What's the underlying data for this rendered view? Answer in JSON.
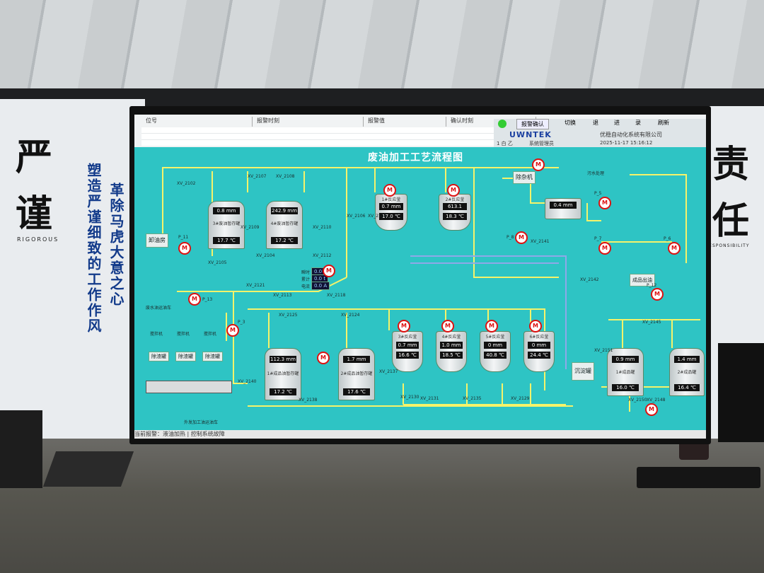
{
  "banners": {
    "left_big_1": "严",
    "left_big_2": "谨",
    "left_sub": "RIGOROUS",
    "left_slogan_1": "塑造严谨细致的工作作风",
    "left_slogan_2": "革除马虎大意之心",
    "right_big_1": "责",
    "right_big_2": "任",
    "right_sub": "RESPONSIBILITY"
  },
  "alarm_header": {
    "col1": "位号",
    "col2": "报警时刻",
    "col3": "报警值",
    "col4": "确认时刻"
  },
  "brand": {
    "ack_button": "报警确认",
    "switch_button": "切换",
    "back_button": "退",
    "enter_button": "进",
    "record_button": "录",
    "refresh_button": "刷新",
    "logo": "UWNTEK",
    "company": "优稳自动化系统有限公司",
    "user": "1 白 乙",
    "role": "系统管理员",
    "datetime": "2025-11-17 15:16:12"
  },
  "screen_title": "废油加工工艺流程图",
  "tanks": [
    {
      "level": "0.8 mm",
      "name": "3#废油暂存罐",
      "temp": "17.7 ℃"
    },
    {
      "level": "242.9 mm",
      "name": "4#废油暂存罐",
      "temp": "17.2 ℃"
    },
    {
      "level": "0.7 mm",
      "name": "1#反应釜",
      "temp": "17.0 ℃"
    },
    {
      "level": "613.1 mm",
      "name": "2#反应釜",
      "temp": "18.3 ℃"
    },
    {
      "level": "0.4 mm",
      "name": "",
      "temp": ""
    },
    {
      "level": "112.3 mm",
      "name": "1#成品油暂存罐",
      "temp": "17.2 ℃"
    },
    {
      "level": "1.7 mm",
      "name": "2#成品油暂存罐",
      "temp": "17.6 ℃"
    },
    {
      "level": "0.7 mm",
      "name": "3#反应釜",
      "temp": "16.6 ℃"
    },
    {
      "level": "1.0 mm",
      "name": "4#反应釜",
      "temp": "18.5 ℃"
    },
    {
      "level": "0 mm",
      "name": "5#反应釜",
      "temp": "40.8 ℃"
    },
    {
      "level": "0 mm",
      "name": "6#反应釜",
      "temp": "24.4 ℃"
    },
    {
      "level": "0.9 mm",
      "name": "1#成品罐",
      "temp": "16.0 ℃"
    },
    {
      "level": "1.4 mm",
      "name": "2#成品罐",
      "temp": "16.4 ℃"
    }
  ],
  "equipment_labels": {
    "waste_room": "卸油房",
    "dehydrator": "除杂机",
    "filter": "沉淀罐",
    "oil_truck": "废水油运油车",
    "loading": "外发加工油运油车",
    "sludge": "污水处理",
    "product_out": "成品出油",
    "stirrer_1": "搅拌机",
    "stirrer_2": "搅拌机",
    "stirrer_3": "搅拌机",
    "vessel_a": "除渣罐",
    "vessel_b": "除渣罐",
    "vessel_c": "除渣罐"
  },
  "valve_tags": [
    "XV_2102",
    "XV_2107",
    "XV_2108",
    "XV_2109",
    "XV_2110",
    "XV_2111",
    "XV_2112",
    "XV_2105",
    "XV_2104",
    "XV_2106",
    "XV_2121",
    "XV_2113",
    "XV_2118",
    "XV_2125",
    "XV_2124",
    "XV_2140",
    "XV_2130",
    "XV_2138",
    "XV_2137",
    "XV_2131",
    "XV_2135",
    "XV_2129",
    "XV_2148",
    "XV_2150",
    "XV_2151",
    "XV_2145",
    "XV_2142",
    "XV_2141"
  ],
  "pump_tags": [
    "P_11",
    "P_13",
    "P_3",
    "P_8",
    "P_5",
    "P_7",
    "P_6",
    "P_12"
  ],
  "meters": [
    {
      "label": "瞬时",
      "value": "0.0 t/h"
    },
    {
      "label": "累计",
      "value": "0.0 t"
    },
    {
      "label": "电流",
      "value": "0.0 A"
    }
  ],
  "bottom_strip": "当前报警：液油加热 | 控制系统故障",
  "status_color": "#2ec4c4"
}
